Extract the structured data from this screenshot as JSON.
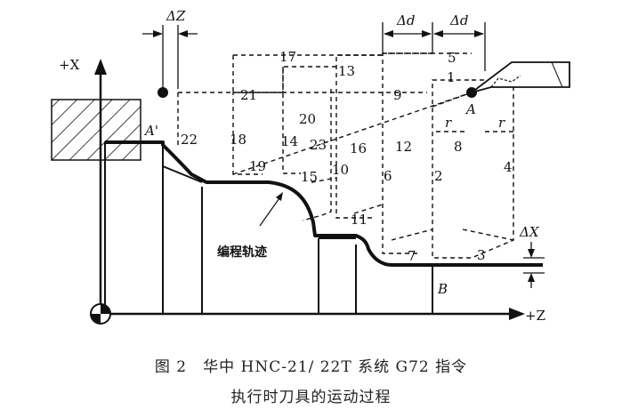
{
  "axes": {
    "x_label": "+X",
    "z_label": "+Z"
  },
  "points": {
    "a_prime": "A'",
    "a": "A",
    "b": "B"
  },
  "dimensions": {
    "delta_z": "ΔZ",
    "delta_d_1": "Δd",
    "delta_d_2": "Δd",
    "delta_x": "ΔX",
    "r_1": "r",
    "r_2": "r"
  },
  "path_label": "编程轨迹",
  "step_labels": {
    "n1": "1",
    "n2": "2",
    "n3": "3",
    "n4": "4",
    "n5": "5",
    "n6": "6",
    "n7": "7",
    "n8": "8",
    "n9": "9",
    "n10": "10",
    "n11": "11",
    "n12": "12",
    "n13": "13",
    "n14": "14",
    "n15": "15",
    "n16": "16",
    "n17": "17",
    "n18": "18",
    "n19": "19",
    "n20": "20",
    "n21": "21",
    "n22": "22",
    "n23": "23"
  },
  "caption": {
    "line1": "图 2　华中 HNC-21/ 22T 系统 G72 指令",
    "line2": "执行时刀具的运动过程"
  }
}
